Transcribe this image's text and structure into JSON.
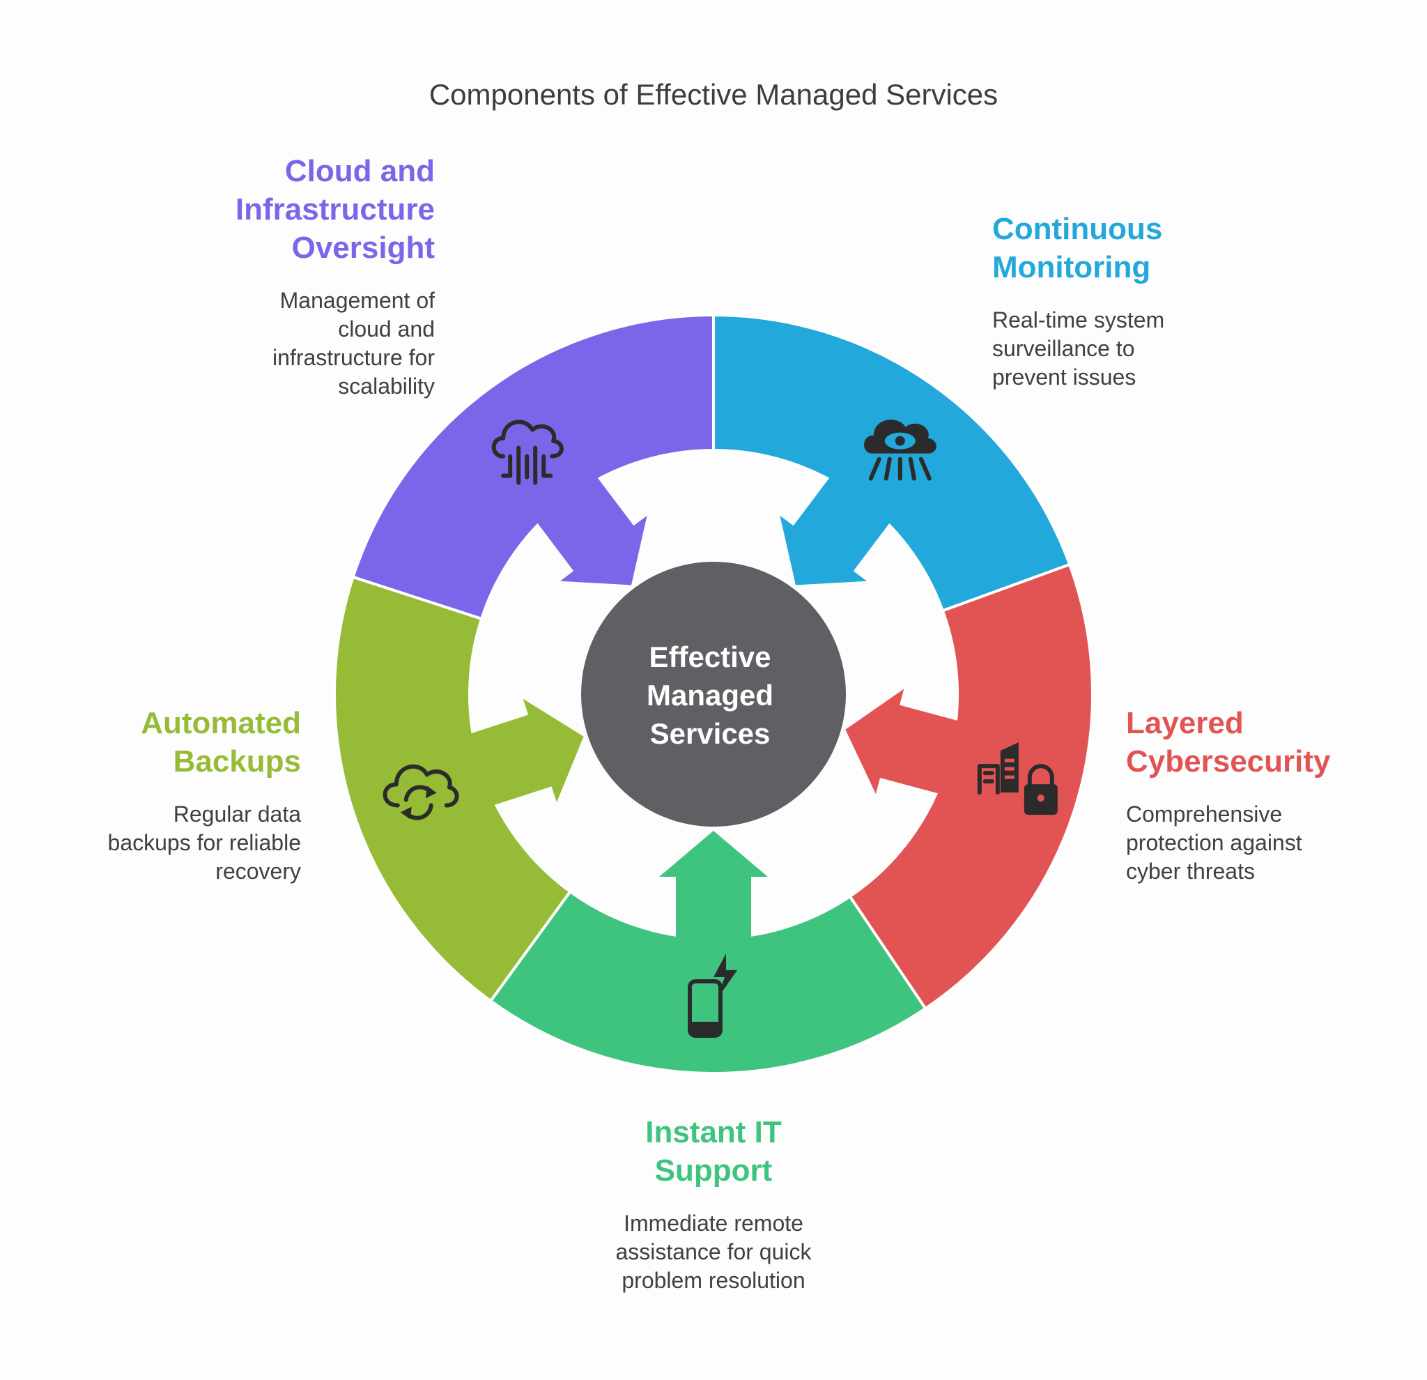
{
  "title": "Components of Effective Managed Services",
  "center": {
    "lines": [
      "Effective",
      "Managed",
      "Services"
    ],
    "color": "#5f5f64"
  },
  "segments": [
    {
      "id": "cloud",
      "heading": "Cloud and\nInfrastructure\nOversight",
      "description": "Management of\ncloud and\ninfrastructure for\nscalability",
      "color": "#7b65e8",
      "icon": "cloud-circuit-icon"
    },
    {
      "id": "monitoring",
      "heading": "Continuous\nMonitoring",
      "description": "Real-time system\nsurveillance to\nprevent issues",
      "color": "#23a8db",
      "icon": "cloud-eye-icon"
    },
    {
      "id": "cyber",
      "heading": "Layered\nCybersecurity",
      "description": "Comprehensive\nprotection against\ncyber threats",
      "color": "#e25453",
      "icon": "building-lock-icon"
    },
    {
      "id": "support",
      "heading": "Instant IT\nSupport",
      "description": "Immediate remote\nassistance for quick\nproblem resolution",
      "color": "#3fc47f",
      "icon": "phone-bolt-icon"
    },
    {
      "id": "backups",
      "heading": "Automated\nBackups",
      "description": "Regular data\nbackups for reliable\nrecovery",
      "color": "#96bc37",
      "icon": "cloud-sync-icon"
    }
  ]
}
